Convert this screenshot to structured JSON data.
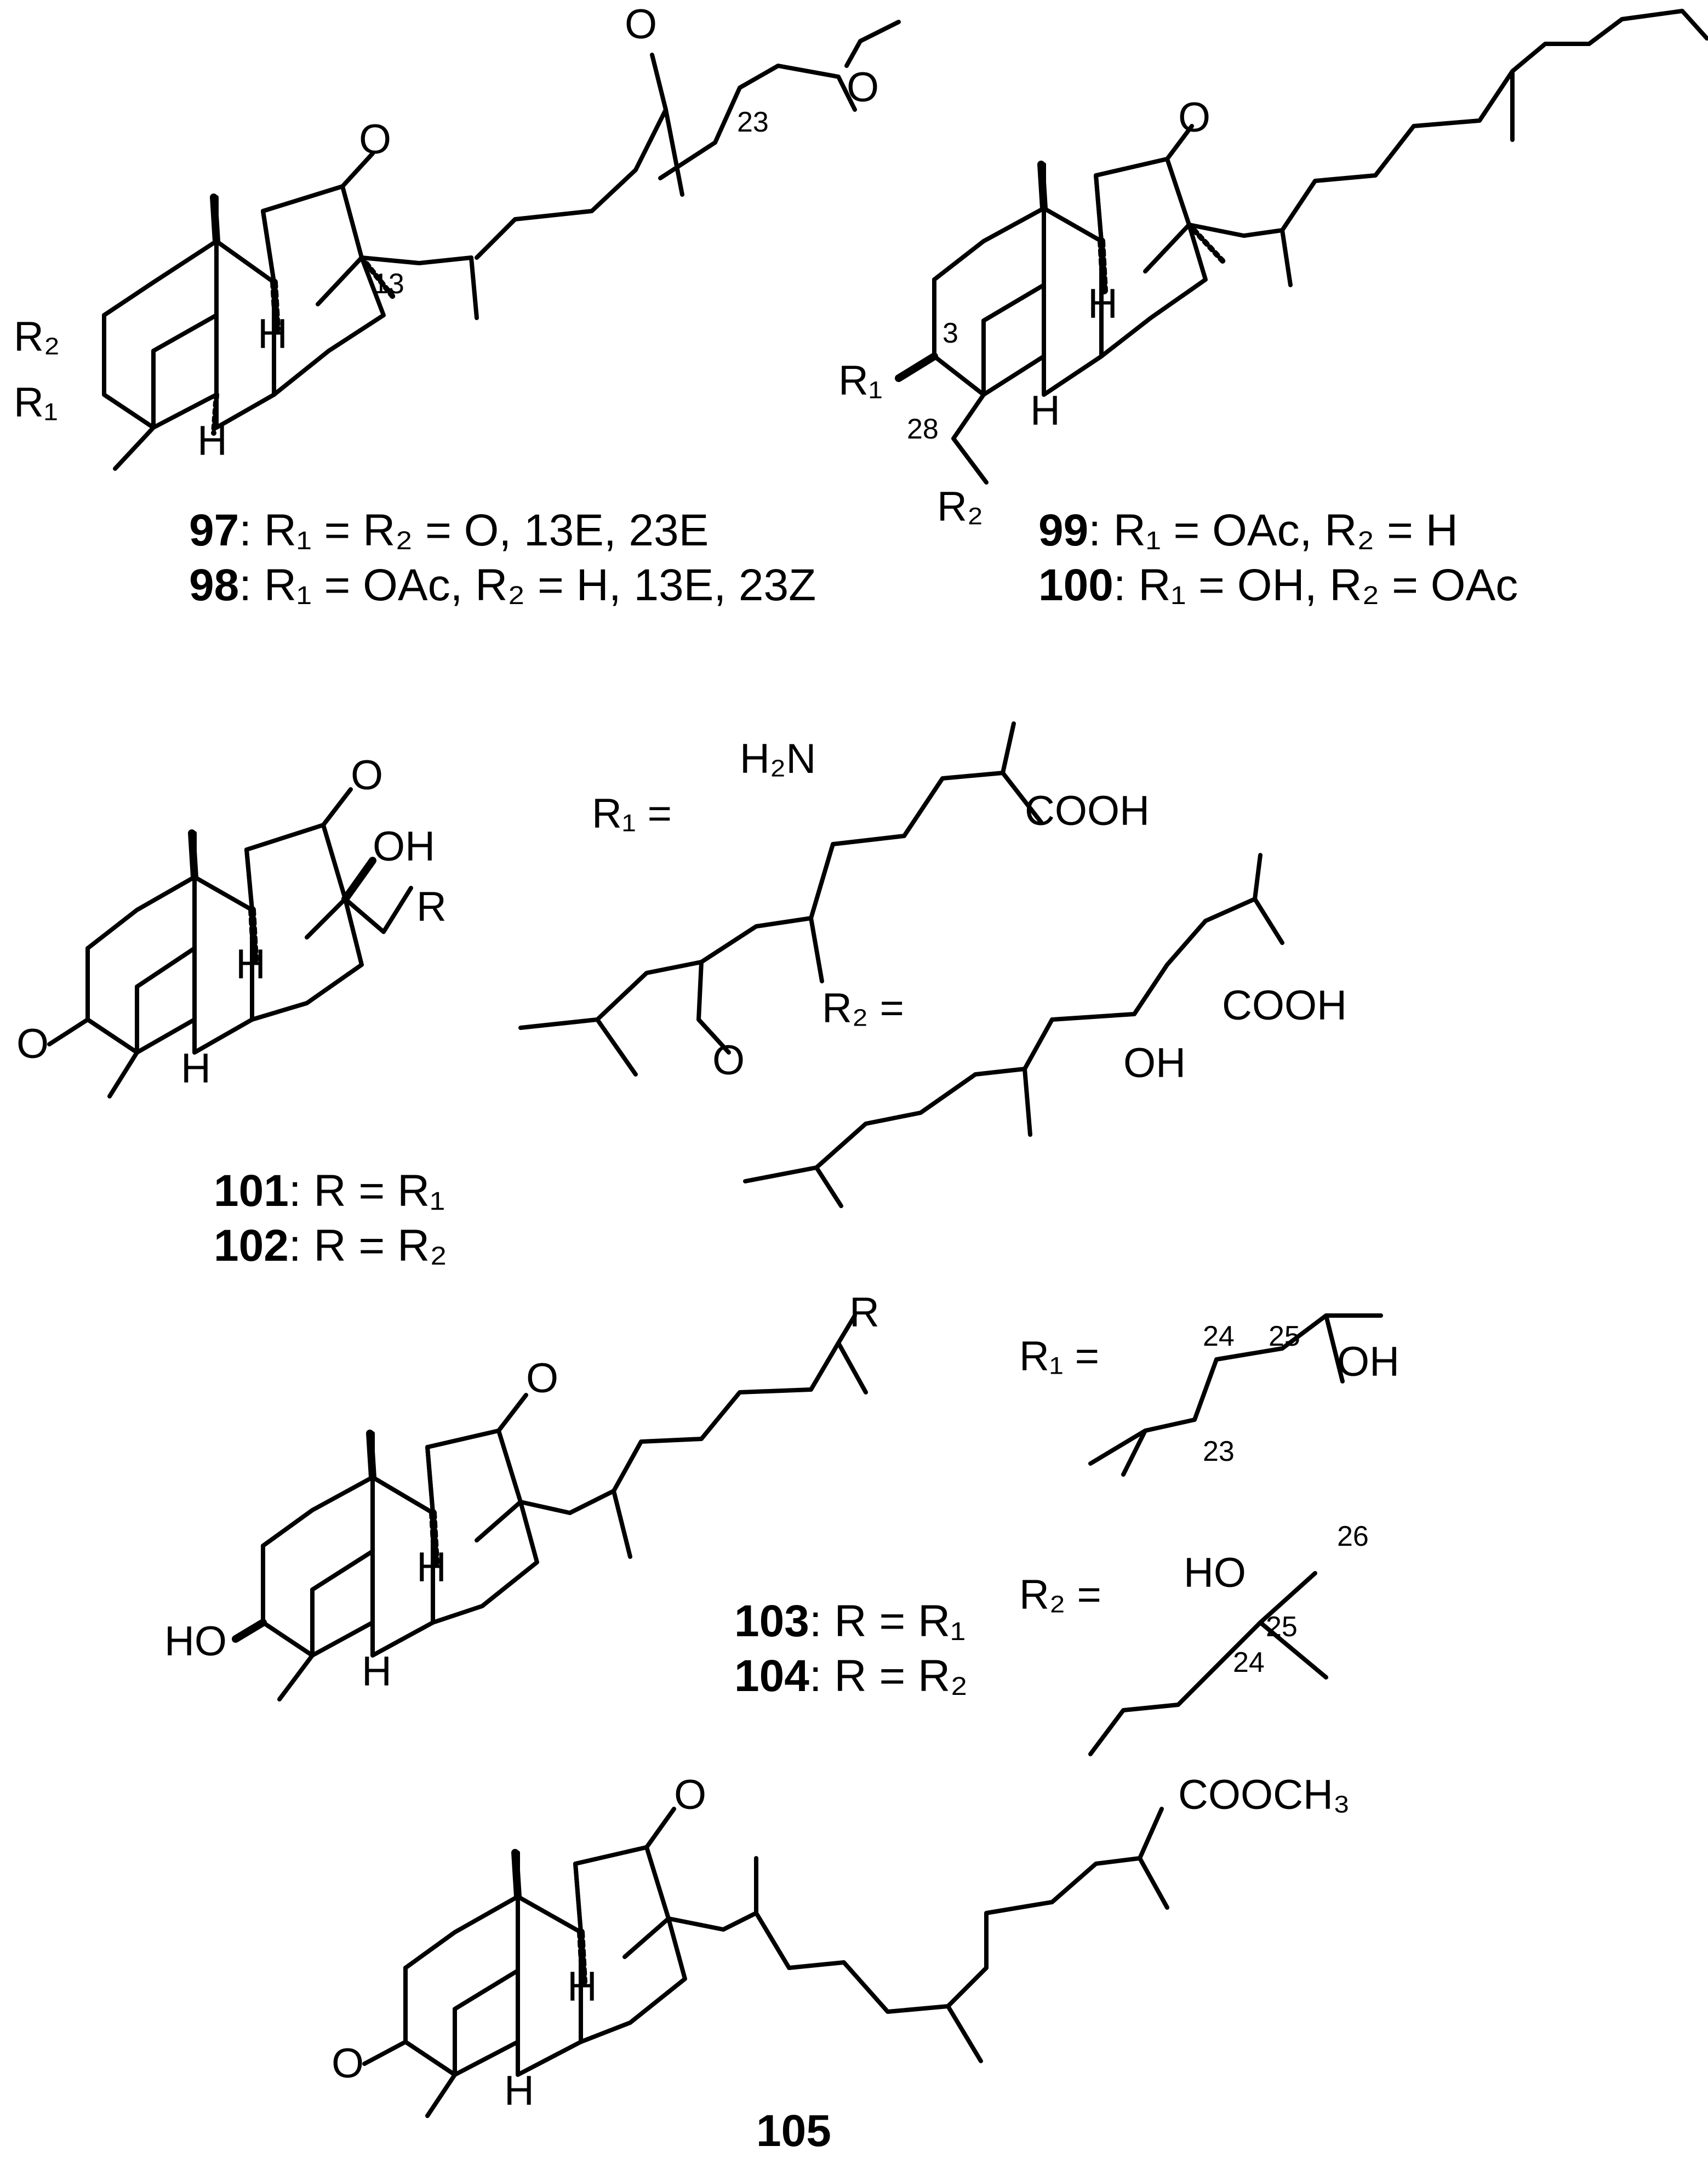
{
  "compounds": {
    "c97": {
      "number": "97",
      "caption": ": R₁ = R₂ = O, 13E, 23E"
    },
    "c98": {
      "number": "98",
      "caption": ": R₁ = OAc, R₂ = H, 13E, 23Z"
    },
    "c99": {
      "number": "99",
      "caption": ": R₁ = OAc, R₂ = H"
    },
    "c100": {
      "number": "100",
      "caption": ": R₁ = OH, R₂ = OAc"
    },
    "c101": {
      "number": "101",
      "caption": ": R = R₁"
    },
    "c102": {
      "number": "102",
      "caption": ": R = R₂"
    },
    "c103": {
      "number": "103",
      "caption": ": R = R₁"
    },
    "c104": {
      "number": "104",
      "caption": ": R = R₂"
    },
    "c105": {
      "number": "105"
    }
  },
  "labels": {
    "O": "O",
    "H": "H",
    "OH": "OH",
    "HO": "HO",
    "R": "R",
    "COOH": "COOH",
    "COOCH3": "COOCH₃",
    "H2N": "H₂N",
    "R1": "R₁",
    "R2": "R₂",
    "R1eq": "R₁ =",
    "R2eq": "R₂ =",
    "n3": "3",
    "n13": "13",
    "n23": "23",
    "n24": "24",
    "n25": "25",
    "n26": "26",
    "n28": "28"
  }
}
